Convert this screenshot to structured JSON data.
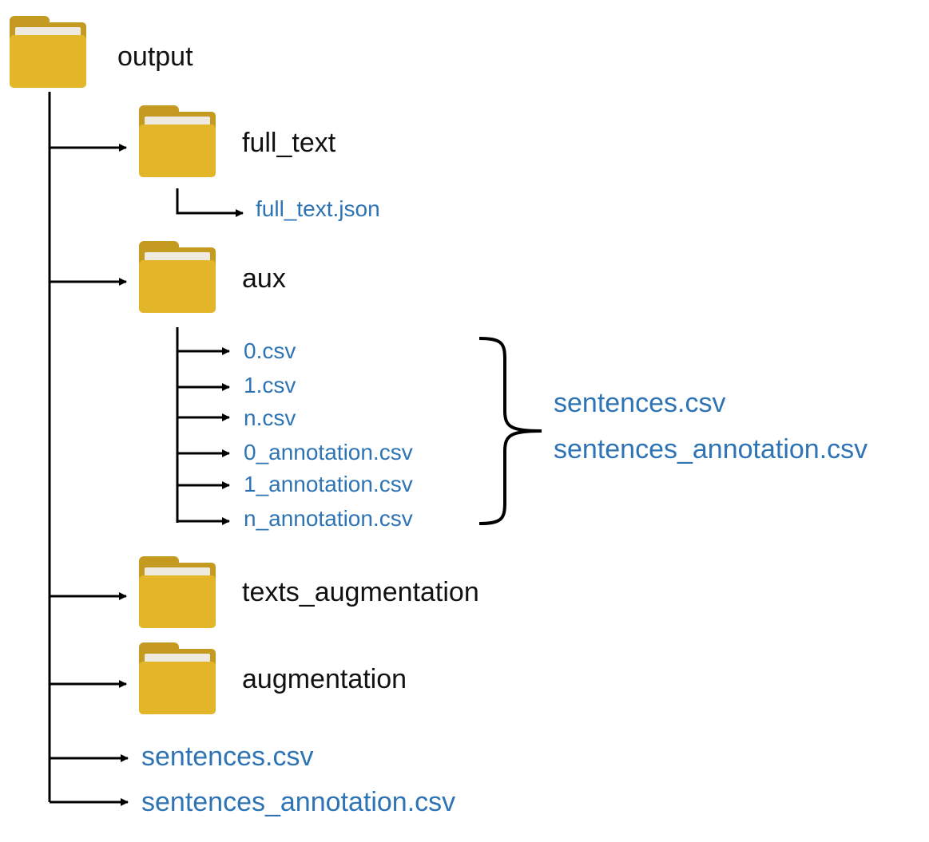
{
  "colors": {
    "folder_body": "#e3b62a",
    "folder_back": "#c49a20",
    "folder_paper": "#eeeae0",
    "file_text": "#2e74b5",
    "folder_text": "#111111",
    "connector": "#000000"
  },
  "icons": {
    "folder": "folder-icon",
    "arrow": "arrow-right-icon",
    "brace": "right-curly-brace"
  },
  "root": {
    "name": "output"
  },
  "full_text": {
    "name": "full_text",
    "files": [
      "full_text.json"
    ]
  },
  "aux": {
    "name": "aux",
    "files": [
      "0.csv",
      "1.csv",
      "n.csv",
      "0_annotation.csv",
      "1_annotation.csv",
      "n_annotation.csv"
    ],
    "merged_into": [
      "sentences.csv",
      "sentences_annotation.csv"
    ]
  },
  "texts_augmentation": {
    "name": "texts_augmentation"
  },
  "augmentation": {
    "name": "augmentation"
  },
  "root_files": [
    "sentences.csv",
    "sentences_annotation.csv"
  ]
}
